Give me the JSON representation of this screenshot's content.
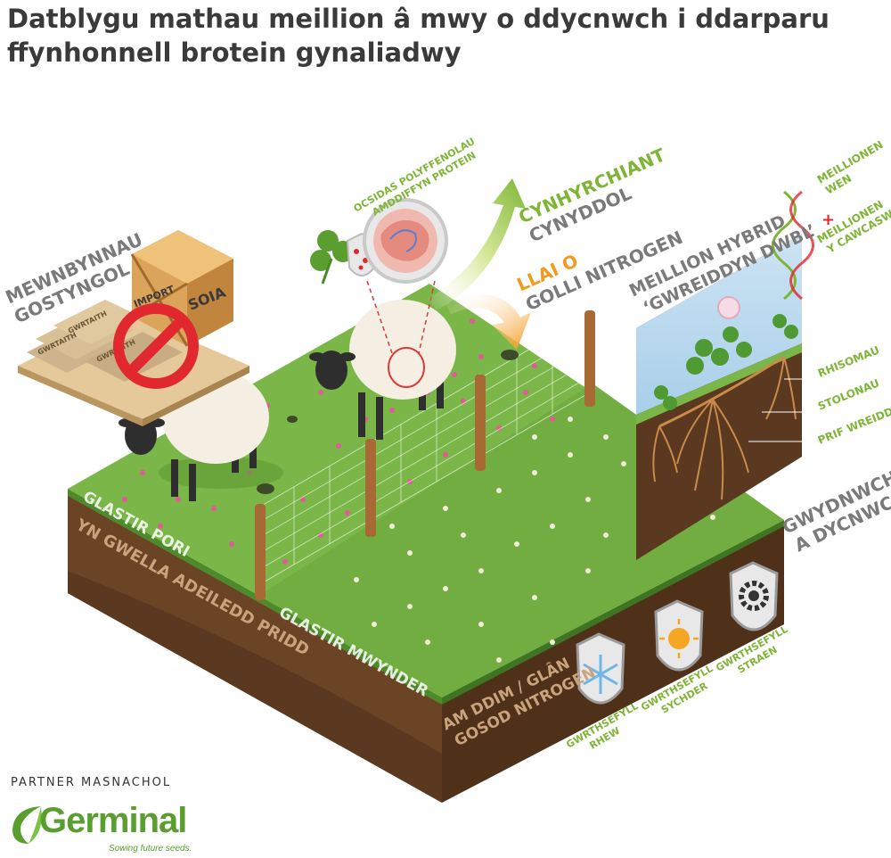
{
  "title": "Datblygu mathau meillion â mwy o ddycnwch i ddarparu ffynhonnell brotein gynaliadwy",
  "labels": {
    "reduced_imports": [
      "MEWNBYNNAU",
      "GOSTYNGOL"
    ],
    "crate_import": "IMPORT",
    "crate_soya": "SOIA",
    "bag": "GWRTAITH",
    "polyphenol": [
      "OCSIDAS POLYFFENOLAU",
      "AMDDIFFYN PROTEIN"
    ],
    "productivity": [
      "CYNHYRCHIANT",
      "CYNYDDOL"
    ],
    "less_nitrogen": [
      "LLAI O",
      "GOLLI NITROGEN"
    ],
    "hybrid_clover": [
      "MEILLION HYBRID",
      "‘GWREIDDYN DWBL’"
    ],
    "white_clover": [
      "MEILLIONEN",
      "WEN"
    ],
    "plus": "+",
    "caucasian_clover": [
      "MEILLIONEN",
      "Y CAWCASWS"
    ],
    "rhizomes": "RHISOMAU",
    "stolons": "STOLONAU",
    "taproot": "PRIF WREIDDYN",
    "resilience": [
      "GWYDNWCH",
      "A DYCNWCH"
    ],
    "grazing_grassland": "GLASTIR PORI",
    "amenity_grassland": "GLASTIR MWYNDER",
    "soil_structure": "YN GWELLA ADEILEDD PRIDD",
    "free_nitrogen": [
      "AM DDIM / GLÂN",
      "GOSOD NITROGEN"
    ],
    "frost": [
      "GWRTHSEFYLL",
      "RHEW"
    ],
    "drought": [
      "GWRTHSEFYLL",
      "SYCHDER"
    ],
    "stress": [
      "GWRTHSEFYLL",
      "STRAEN"
    ]
  },
  "footer": {
    "partner": "PARTNER MASNACHOL",
    "brand": "Germinal",
    "tagline": "Sowing future seeds."
  },
  "colors": {
    "grass": "#7ab648",
    "grass_dark": "#5f9a35",
    "soil": "#6b4425",
    "soil_dark": "#4a2d17",
    "label_green": "#7fb536",
    "label_orange": "#f39a1e",
    "label_gray": "#7a7a7a",
    "brand_green": "#5a9e2f"
  }
}
